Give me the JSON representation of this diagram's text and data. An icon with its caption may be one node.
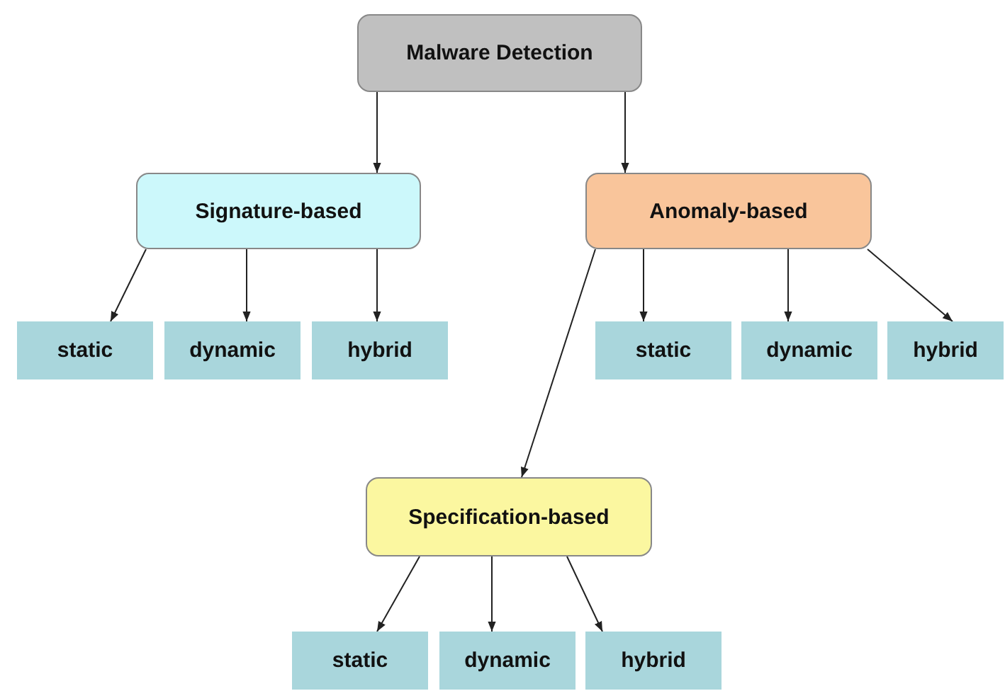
{
  "diagram": {
    "nodes": [
      {
        "text": [
          "Malware Detection"
        ]
      },
      {
        "text": [
          "Signature-based"
        ]
      },
      {
        "text": [
          "Anomaly-based"
        ]
      },
      {
        "text": [
          "static"
        ]
      },
      {
        "text": [
          "dynamic"
        ]
      },
      {
        "text": [
          "hybrid"
        ]
      },
      {
        "text": [
          "static"
        ]
      },
      {
        "text": [
          "dynamic"
        ]
      },
      {
        "text": [
          "hybrid"
        ]
      },
      {
        "text": [
          "Specification-based"
        ]
      },
      {
        "text": [
          "static"
        ]
      },
      {
        "text": [
          "dynamic"
        ]
      },
      {
        "text": [
          "hybrid"
        ]
      }
    ],
    "edges": [
      {
        "from": 0,
        "to": 1,
        "arrow": "to"
      },
      {
        "from": 0,
        "to": 2,
        "arrow": "to"
      },
      {
        "from": 1,
        "to": 3,
        "arrow": "to"
      },
      {
        "from": 1,
        "to": 4,
        "arrow": "to"
      },
      {
        "from": 1,
        "to": 5,
        "arrow": "to"
      },
      {
        "from": 2,
        "to": 6,
        "arrow": "to"
      },
      {
        "from": 2,
        "to": 7,
        "arrow": "to"
      },
      {
        "from": 2,
        "to": 8,
        "arrow": "to"
      },
      {
        "from": 2,
        "to": 9,
        "arrow": "to"
      },
      {
        "from": 9,
        "to": 10,
        "arrow": "to"
      },
      {
        "from": 9,
        "to": 11,
        "arrow": "to"
      },
      {
        "from": 9,
        "to": 12,
        "arrow": "to"
      }
    ]
  }
}
